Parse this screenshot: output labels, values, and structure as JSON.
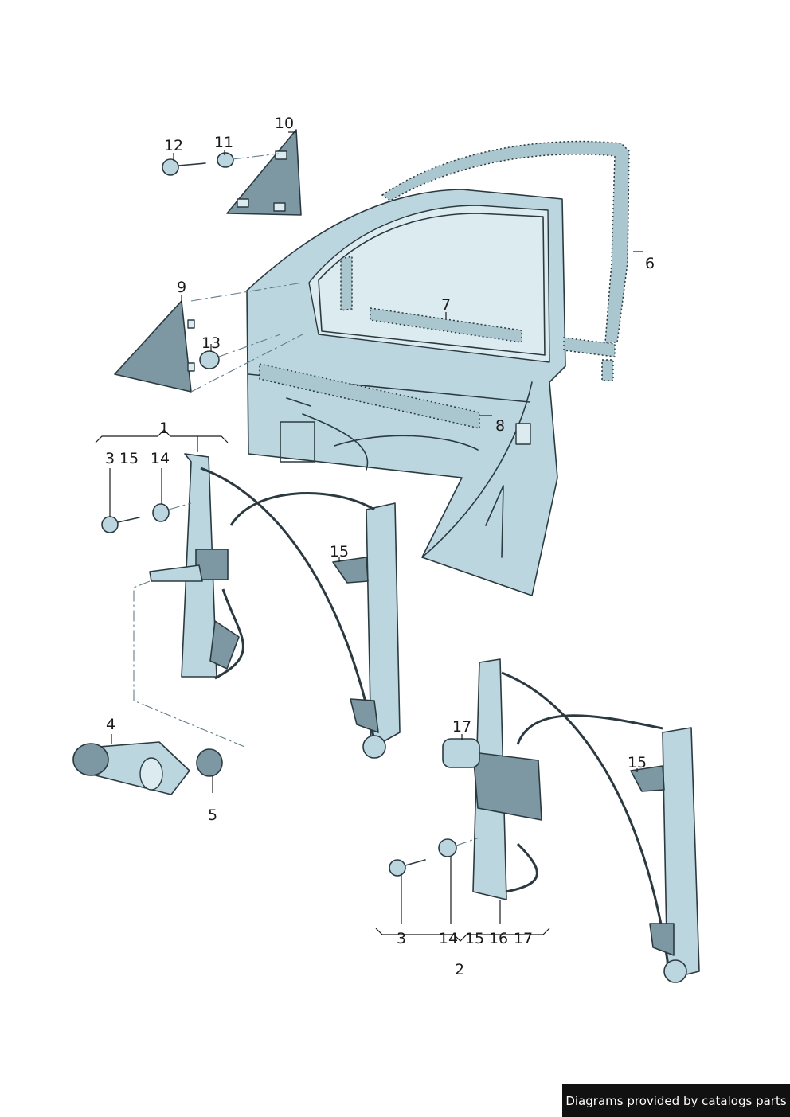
{
  "labels": {
    "l1": "1",
    "l2": "2",
    "l3a": "3",
    "l15a": "15",
    "l14a": "14",
    "l4": "4",
    "l5": "5",
    "l6": "6",
    "l7": "7",
    "l8": "8",
    "l9": "9",
    "l10": "10",
    "l11": "11",
    "l12": "12",
    "l13": "13",
    "l15b": "15",
    "l17a": "17",
    "l15c": "15",
    "l3b": "3",
    "l14b": "14",
    "l15d": "15",
    "l16": "16",
    "l17b": "17"
  },
  "credit": "Diagrams provided by catalogs parts",
  "colors": {
    "part_fill": "#bcd6df",
    "part_dark": "#7d98a2",
    "outline": "#2b3a40",
    "credit_bg": "#111111"
  }
}
